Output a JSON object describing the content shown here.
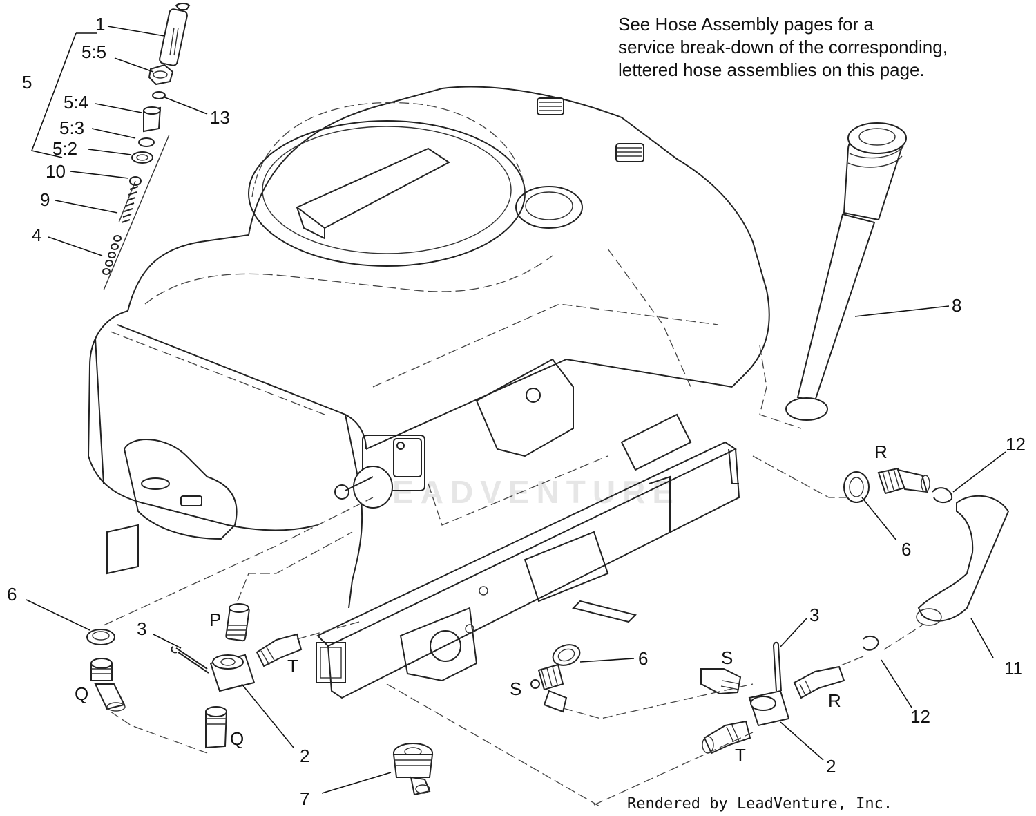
{
  "note": {
    "lines": [
      "See Hose Assembly pages for a",
      "service break-down of the corresponding,",
      "lettered hose assemblies on this page."
    ]
  },
  "footer": "Rendered by LeadVenture, Inc.",
  "watermark": "LEADVENTURE",
  "callouts": [
    {
      "id": "c-1",
      "text": "1"
    },
    {
      "id": "c-5-5",
      "text": "5:5"
    },
    {
      "id": "c-5",
      "text": "5"
    },
    {
      "id": "c-5-4",
      "text": "5:4"
    },
    {
      "id": "c-13",
      "text": "13"
    },
    {
      "id": "c-5-3",
      "text": "5:3"
    },
    {
      "id": "c-5-2",
      "text": "5:2"
    },
    {
      "id": "c-10",
      "text": "10"
    },
    {
      "id": "c-9",
      "text": "9"
    },
    {
      "id": "c-4",
      "text": "4"
    },
    {
      "id": "c-8",
      "text": "8"
    },
    {
      "id": "c-R-top",
      "text": "R"
    },
    {
      "id": "c-12-top",
      "text": "12"
    },
    {
      "id": "c-6-right",
      "text": "6"
    },
    {
      "id": "c-6-left",
      "text": "6"
    },
    {
      "id": "c-3-left",
      "text": "3"
    },
    {
      "id": "c-P",
      "text": "P"
    },
    {
      "id": "c-T-left",
      "text": "T"
    },
    {
      "id": "c-Q-left",
      "text": "Q"
    },
    {
      "id": "c-Q-bottom",
      "text": "Q"
    },
    {
      "id": "c-2-left",
      "text": "2"
    },
    {
      "id": "c-7",
      "text": "7"
    },
    {
      "id": "c-6-mid",
      "text": "6"
    },
    {
      "id": "c-S-mid",
      "text": "S"
    },
    {
      "id": "c-3-right",
      "text": "3"
    },
    {
      "id": "c-S-right",
      "text": "S"
    },
    {
      "id": "c-R-right",
      "text": "R"
    },
    {
      "id": "c-12-bottom",
      "text": "12"
    },
    {
      "id": "c-11",
      "text": "11"
    },
    {
      "id": "c-T-right",
      "text": "T"
    },
    {
      "id": "c-2-right",
      "text": "2"
    }
  ]
}
